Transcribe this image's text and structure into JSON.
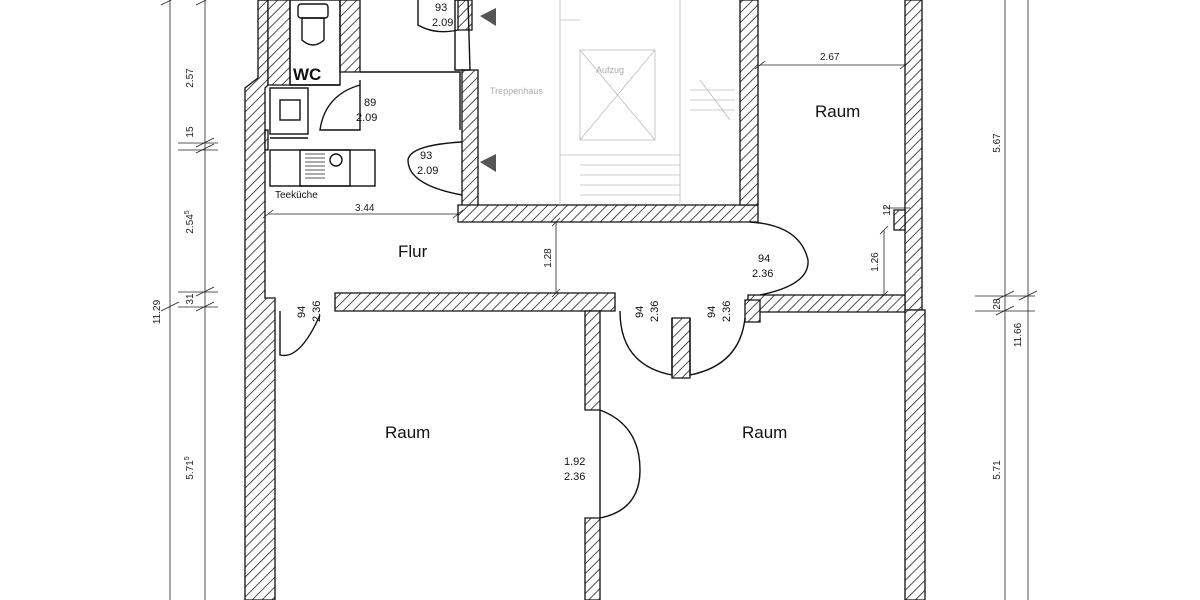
{
  "rooms": {
    "wc": "WC",
    "treppenhaus": "Treppenhaus",
    "aufzug": "Aufzug",
    "teekueche": "Teeküche",
    "flur": "Flur",
    "raum_top_right": "Raum",
    "raum_bottom_left": "Raum",
    "raum_bottom_right": "Raum"
  },
  "doors": {
    "d_top": [
      "93",
      "2.09"
    ],
    "d_wc": [
      "89",
      "2.09"
    ],
    "d_stair": [
      "93",
      "2.09"
    ],
    "d_flur_right": [
      "94",
      "2.36"
    ],
    "d_left_vertical": [
      "94",
      "2.36"
    ],
    "d_mid_left_vertical": [
      "94",
      "2.36"
    ],
    "d_mid_right_vertical": [
      "94",
      "2.36"
    ],
    "d_between_rooms": [
      "1.92",
      "2.36"
    ]
  },
  "dimensions": {
    "left_2_57": "2.57",
    "left_15": "15",
    "left_2_54": "2.54",
    "left_2_54_sup": "5",
    "left_31": "31",
    "left_5_71": "5.71",
    "left_5_71_sup": "5",
    "left_11_29": "11.29",
    "teekueche_3_44": "3.44",
    "flur_1_28": "1.28",
    "top_right_2_67": "2.67",
    "right_12": "12",
    "right_1_26": "1.26",
    "right_5_67": "5.67",
    "right_28": "28",
    "right_11_66": "11.66",
    "right_5_71": "5.71"
  }
}
